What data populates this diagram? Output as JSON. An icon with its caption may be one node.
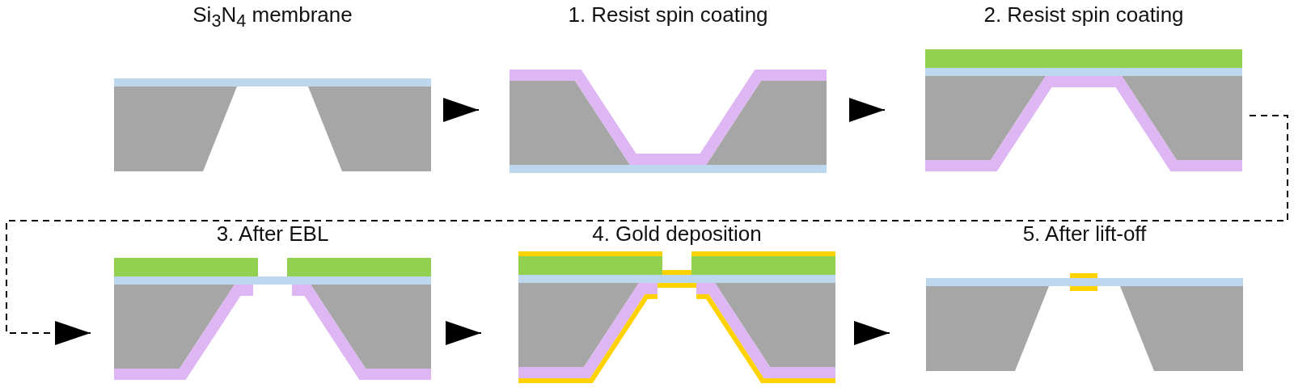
{
  "diagram": {
    "nodes": [
      {
        "text": [
          "Si$_{3}$N$_{4}$ membrane"
        ]
      },
      {
        "text": [
          "1. Resist spin coating"
        ]
      },
      {
        "text": [
          "2. Resist spin coating"
        ]
      },
      {
        "text": [
          "3. After EBL"
        ]
      },
      {
        "text": [
          "4. Gold deposition"
        ]
      },
      {
        "text": [
          "5. After lift-off"
        ]
      }
    ],
    "edges": [
      {
        "from": 0,
        "to": 1,
        "arrow": "to"
      },
      {
        "from": 1,
        "to": 2,
        "arrow": "to"
      },
      {
        "from": 2,
        "to": 3,
        "arrow": "to",
        "style": "dashed"
      },
      {
        "from": 3,
        "to": 4,
        "arrow": "to"
      },
      {
        "from": 4,
        "to": 5,
        "arrow": "to"
      }
    ]
  }
}
